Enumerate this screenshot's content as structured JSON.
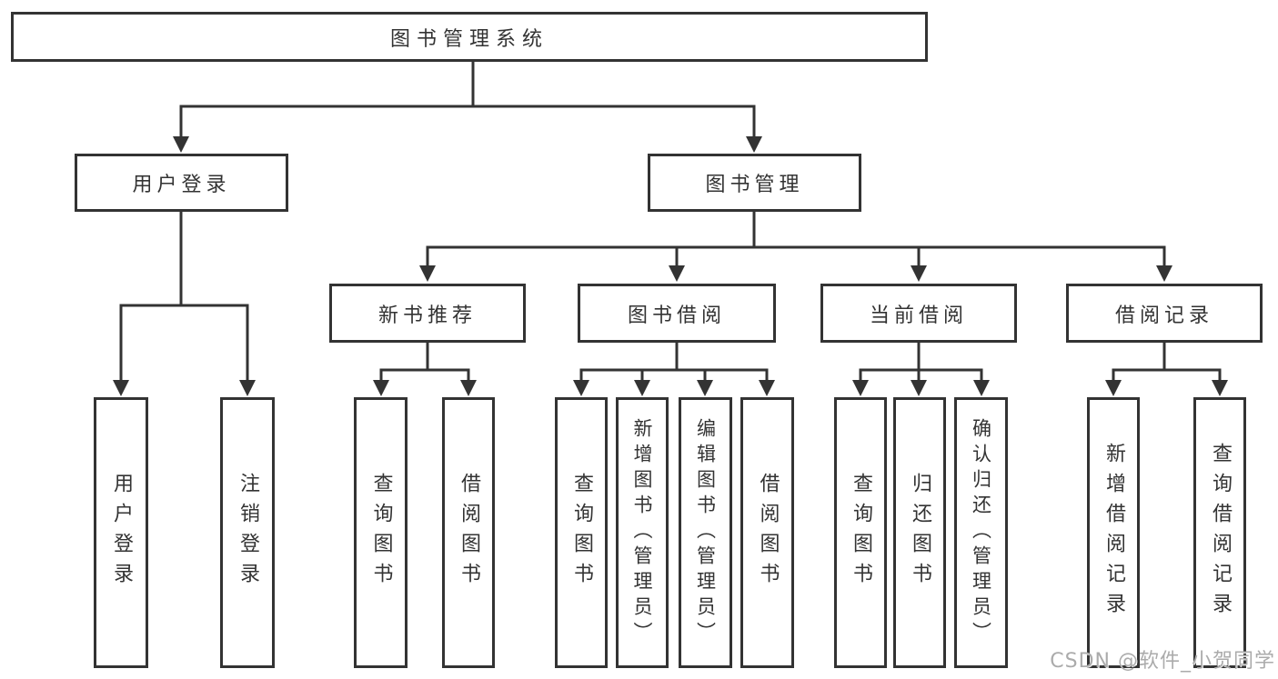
{
  "diagram": {
    "root": {
      "label": "图书管理系统"
    },
    "branches": [
      {
        "label": "用户登录",
        "children": [
          {
            "label": "用户登录"
          },
          {
            "label": "注销登录"
          }
        ]
      },
      {
        "label": "图书管理",
        "children": [
          {
            "label": "新书推荐",
            "children": [
              {
                "label": "查询图书"
              },
              {
                "label": "借阅图书"
              }
            ]
          },
          {
            "label": "图书借阅",
            "children": [
              {
                "label": "查询图书"
              },
              {
                "label": "新增图书（管理员）"
              },
              {
                "label": "编辑图书（管理员）"
              },
              {
                "label": "借阅图书"
              }
            ]
          },
          {
            "label": "当前借阅",
            "children": [
              {
                "label": "查询图书"
              },
              {
                "label": "归还图书"
              },
              {
                "label": "确认归还（管理员）"
              }
            ]
          },
          {
            "label": "借阅记录",
            "children": [
              {
                "label": "新增借阅记录"
              },
              {
                "label": "查询借阅记录"
              }
            ]
          }
        ]
      }
    ]
  },
  "watermark": {
    "text": "CSDN @软件_小贺同学"
  },
  "colors": {
    "line": "#333333",
    "box_background": "#ffffff",
    "text": "#333333",
    "watermark": "#ababab",
    "page_background": "#ffffff"
  }
}
